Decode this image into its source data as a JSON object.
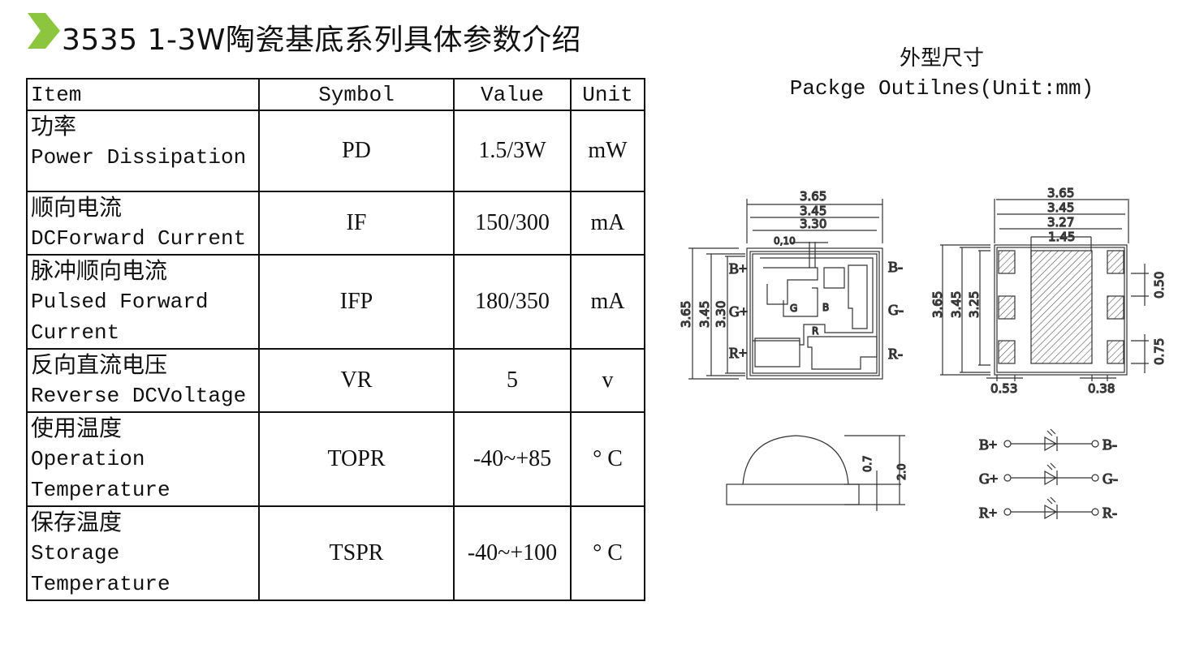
{
  "title": "3535 1-3W陶瓷基底系列具体参数介绍",
  "colors": {
    "accent": "#8cc63f"
  },
  "table": {
    "headers": [
      "Item",
      "Symbol",
      "Value",
      "Unit"
    ],
    "rows": [
      {
        "zh": "功率",
        "en": [
          "Power Dissipation"
        ],
        "symbol": "PD",
        "value": "1.5/3W",
        "unit": "mW"
      },
      {
        "zh": "顺向电流",
        "en": [
          "DCForward Current"
        ],
        "symbol": "IF",
        "value": "150/300",
        "unit": "mA"
      },
      {
        "zh": "脉冲顺向电流",
        "en": [
          "Pulsed Forward",
          "Current"
        ],
        "symbol": "IFP",
        "value": "180/350",
        "unit": "mA"
      },
      {
        "zh": "反向直流电压",
        "en": [
          "Reverse DCVoltage"
        ],
        "symbol": "VR",
        "value": "5",
        "unit": "v"
      },
      {
        "zh": "使用温度",
        "en": [
          "Operation",
          "Temperature"
        ],
        "symbol": "TOPR",
        "value": "-40~+85",
        "unit": "° C"
      },
      {
        "zh": "保存温度",
        "en": [
          "Storage",
          "Temperature"
        ],
        "symbol": "TSPR",
        "value": "-40~+100",
        "unit": "° C"
      }
    ]
  },
  "package": {
    "title_zh": "外型尺寸",
    "title_en": "Packge Outilnes(Unit:mm)",
    "top": {
      "w1": "3.65",
      "w2": "3.45",
      "w3": "3.30",
      "gap": "0,10",
      "h1": "3.65",
      "h2": "3.45",
      "h3": "3.30",
      "pins": [
        "B+",
        "G+",
        "R+",
        "B-",
        "G-",
        "R-"
      ],
      "zones": [
        "G",
        "B",
        "R"
      ]
    },
    "bottom": {
      "w1": "3.65",
      "w2": "3.45",
      "w3": "3.27",
      "w4": "1.45",
      "h1": "3.65",
      "h2": "3.45",
      "h3": "3.25",
      "p1": "0.50",
      "p2": "0.75",
      "b1": "0.53",
      "b2": "0.38"
    },
    "side": {
      "h1": "0.7",
      "h2": "2.0"
    },
    "circuit": [
      {
        "a": "B+",
        "k": "B-"
      },
      {
        "a": "G+",
        "k": "G-"
      },
      {
        "a": "R+",
        "k": "R-"
      }
    ]
  }
}
